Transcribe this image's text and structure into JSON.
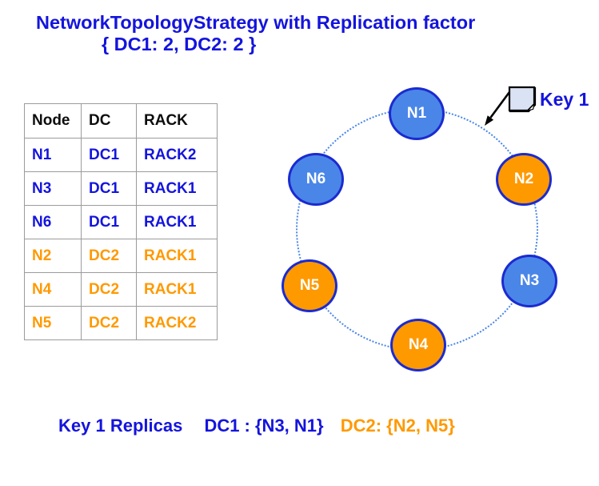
{
  "title": {
    "line1": "NetworkTopologyStrategy with Replication factor",
    "line2": "{ DC1: 2, DC2: 2 }"
  },
  "table": {
    "headers": [
      "Node",
      "DC",
      "RACK"
    ],
    "rows": [
      {
        "node": "N1",
        "dc": "DC1",
        "rack": "RACK2"
      },
      {
        "node": "N3",
        "dc": "DC1",
        "rack": "RACK1"
      },
      {
        "node": "N6",
        "dc": "DC1",
        "rack": "RACK1"
      },
      {
        "node": "N2",
        "dc": "DC2",
        "rack": "RACK1"
      },
      {
        "node": "N4",
        "dc": "DC2",
        "rack": "RACK1"
      },
      {
        "node": "N5",
        "dc": "DC2",
        "rack": "RACK2"
      }
    ]
  },
  "ring": {
    "nodes": [
      {
        "label": "N1",
        "dc": "DC1",
        "position": "top"
      },
      {
        "label": "N2",
        "dc": "DC2",
        "position": "upper-right"
      },
      {
        "label": "N3",
        "dc": "DC1",
        "position": "lower-right"
      },
      {
        "label": "N4",
        "dc": "DC2",
        "position": "bottom"
      },
      {
        "label": "N5",
        "dc": "DC2",
        "position": "lower-left"
      },
      {
        "label": "N6",
        "dc": "DC1",
        "position": "upper-left"
      }
    ]
  },
  "key_annotation": {
    "label": "Key 1",
    "icon": "key-note-square-icon",
    "arrow_icon": "arrow-down-left-icon"
  },
  "footer": {
    "replicas_label": "Key 1 Replicas",
    "dc1_replicas": "DC1 : {N3, N1}",
    "dc2_replicas": "DC2: {N2, N5}"
  },
  "colors": {
    "text_blue": "#1414dd",
    "text_orange": "#ff9900",
    "node_blue_fill": "#4a86e8",
    "node_orange_fill": "#ff9900",
    "node_border": "#1b2bd0",
    "ring_border": "#4a86e8",
    "table_border": "#9b9b9b",
    "header_text": "#0d0d0d",
    "key_square_fill": "#dae3f3",
    "arrow_black": "#000000"
  }
}
